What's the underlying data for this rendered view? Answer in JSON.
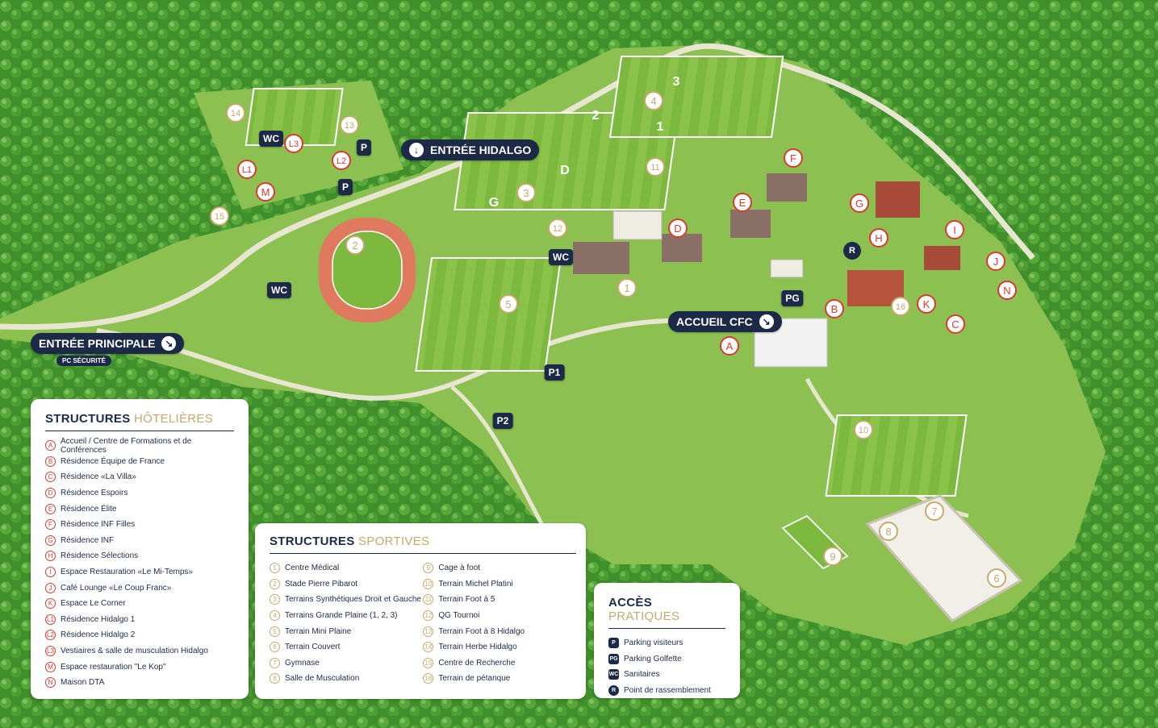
{
  "map": {
    "entrances": {
      "main": "ENTRÉE PRINCIPALE",
      "main_sub": "PC SÉCURITÉ",
      "hidalgo": "ENTRÉE HIDALGO",
      "cfc": "ACCUEIL CFC"
    },
    "hotel_markers": [
      "A",
      "B",
      "C",
      "D",
      "E",
      "F",
      "G",
      "H",
      "I",
      "J",
      "K",
      "L1",
      "L2",
      "L3",
      "M",
      "N"
    ],
    "sport_markers": [
      "1",
      "2",
      "3",
      "4",
      "5",
      "6",
      "7",
      "8",
      "9",
      "10",
      "11",
      "12",
      "13",
      "14",
      "15",
      "16"
    ],
    "field_numbers": [
      "3",
      "2",
      "1",
      "D",
      "G"
    ],
    "access_markers": {
      "p": "P",
      "pg": "PG",
      "wc": "WC",
      "r": "R",
      "p1": "P1",
      "p2": "P2"
    }
  },
  "legend_hotel": {
    "title_main": "STRUCTURES",
    "title_accent": "HÔTELIÈRES",
    "items": [
      {
        "code": "A",
        "label": "Accueil / Centre de Formations et de Conférences"
      },
      {
        "code": "B",
        "label": "Résidence Équipe de France"
      },
      {
        "code": "C",
        "label": "Résidence «La Villa»"
      },
      {
        "code": "D",
        "label": "Résidence Espoirs"
      },
      {
        "code": "E",
        "label": "Résidence Élite"
      },
      {
        "code": "F",
        "label": "Résidence INF Filles"
      },
      {
        "code": "G",
        "label": "Résidence INF"
      },
      {
        "code": "H",
        "label": "Résidence Sélections"
      },
      {
        "code": "I",
        "label": "Espace Restauration «Le Mi-Temps»"
      },
      {
        "code": "J",
        "label": "Café Lounge «Le Coup Franc»"
      },
      {
        "code": "K",
        "label": "Espace Le Corner"
      },
      {
        "code": "L1",
        "label": "Résidence Hidalgo 1"
      },
      {
        "code": "L2",
        "label": "Résidence Hidalgo 2"
      },
      {
        "code": "L3",
        "label": "Vestiaires & salle de musculation Hidalgo"
      },
      {
        "code": "M",
        "label": "Espace restauration \"Le Kop\""
      },
      {
        "code": "N",
        "label": "Maison DTA"
      }
    ]
  },
  "legend_sport": {
    "title_main": "STRUCTURES",
    "title_accent": "SPORTIVES",
    "items": [
      {
        "code": "1",
        "label": "Centre Médical"
      },
      {
        "code": "2",
        "label": "Stade Pierre Pibarot"
      },
      {
        "code": "3",
        "label": "Terrains Synthétiques Droit et Gauche"
      },
      {
        "code": "4",
        "label": "Terrains Grande Plaine (1, 2, 3)"
      },
      {
        "code": "5",
        "label": "Terrain Mini Plaine"
      },
      {
        "code": "6",
        "label": "Terrain Couvert"
      },
      {
        "code": "7",
        "label": "Gymnase"
      },
      {
        "code": "8",
        "label": "Salle de Musculation"
      },
      {
        "code": "9",
        "label": "Cage à foot"
      },
      {
        "code": "10",
        "label": "Terrain Michel Platini"
      },
      {
        "code": "11",
        "label": "Terrain Foot à 5"
      },
      {
        "code": "12",
        "label": "QG Tournoi"
      },
      {
        "code": "13",
        "label": "Terrain Foot à 8 Hidalgo"
      },
      {
        "code": "14",
        "label": "Terrain Herbe Hidalgo"
      },
      {
        "code": "15",
        "label": "Centre de Recherche"
      },
      {
        "code": "16",
        "label": "Terrain de pétanque"
      }
    ]
  },
  "legend_access": {
    "title_main": "ACCÈS",
    "title_accent": "PRATIQUES",
    "items": [
      {
        "code": "P",
        "label": "Parking visiteurs"
      },
      {
        "code": "PG",
        "label": "Parking Golfette"
      },
      {
        "code": "WC",
        "label": "Sanitaires"
      },
      {
        "code": "R",
        "label": "Point de rassemblement"
      }
    ]
  },
  "colors": {
    "navy": "#1c2a48",
    "red": "#d93a2b",
    "gold": "#c8a86a",
    "grass": "#8cc152",
    "forest": "#3f8f2c",
    "track": "#e07a5f"
  }
}
